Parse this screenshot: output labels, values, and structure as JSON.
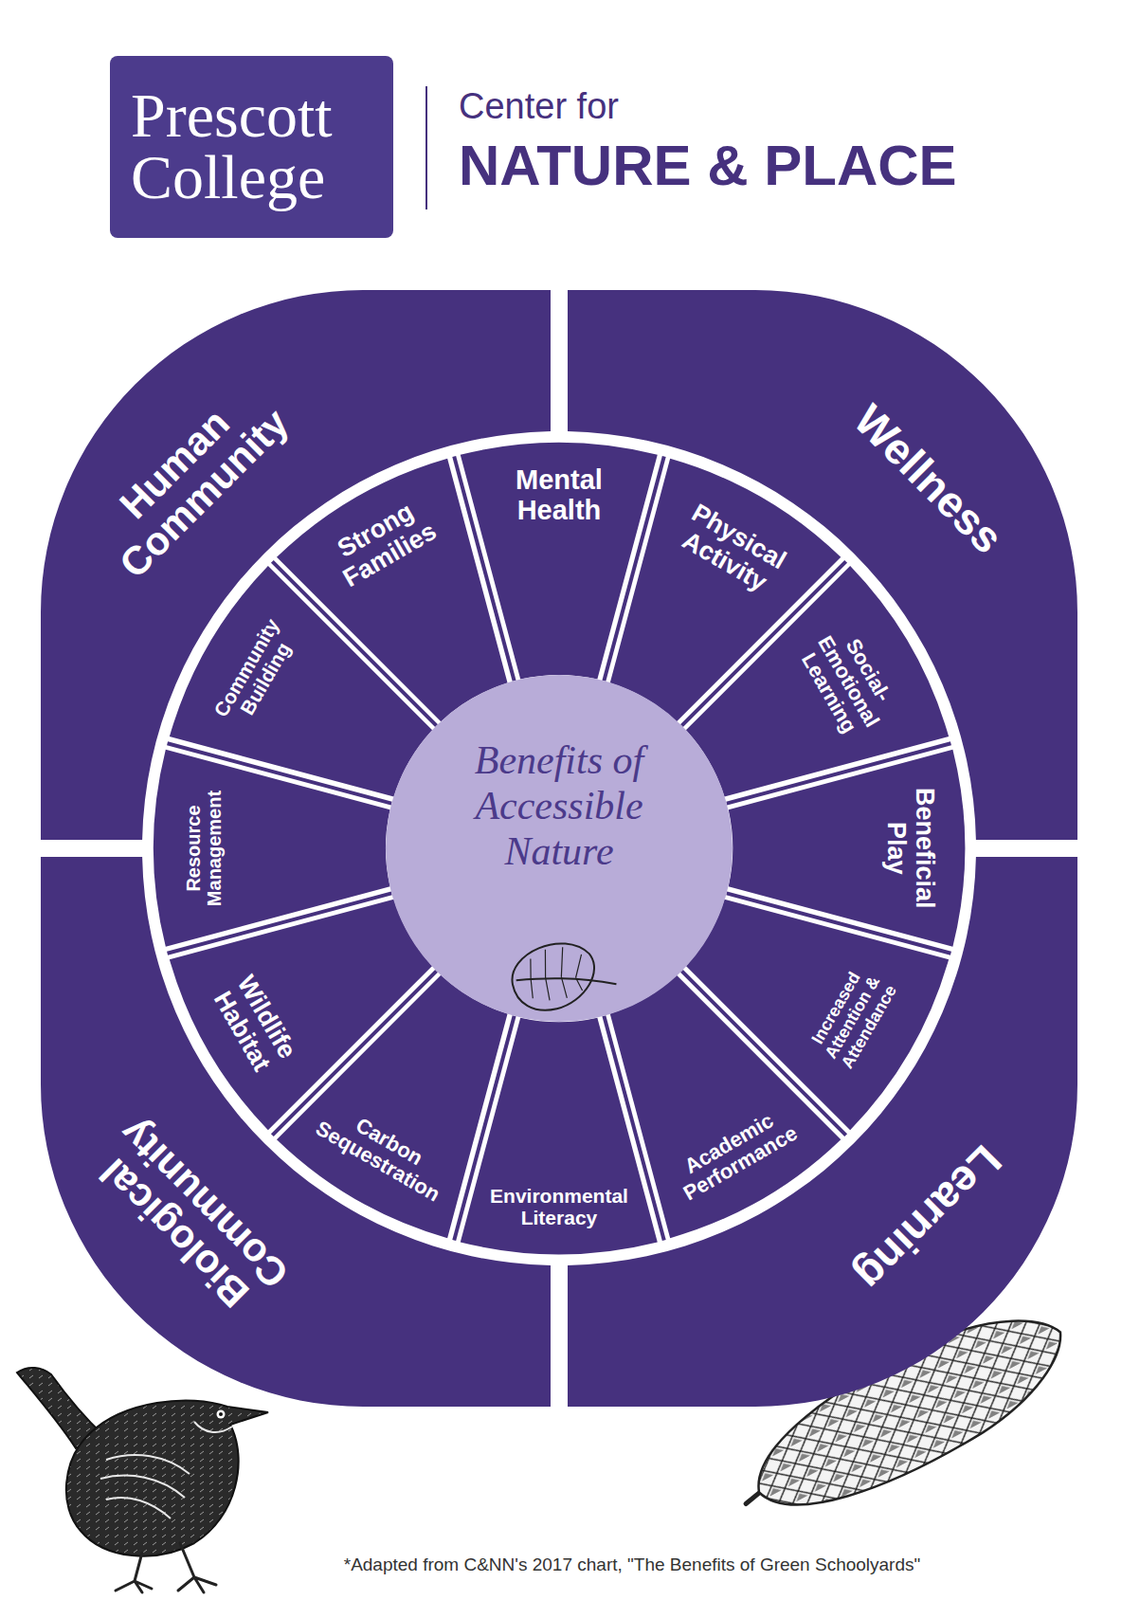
{
  "diagram": {
    "caption": "*Adapted from C&NN's 2017 chart, \"The Benefits of Green Schoolyards\"",
    "nodes": [
      {
        "text": [
          "Prescott College"
        ]
      },
      {
        "text": [
          "Human Community"
        ]
      },
      {
        "text": [
          "Wellness"
        ]
      },
      {
        "text": [
          "Learning"
        ]
      },
      {
        "text": [
          "Biological Community"
        ]
      },
      {
        "text": [
          "Mental Health"
        ]
      },
      {
        "text": [
          "Physical Activity"
        ]
      },
      {
        "text": [
          "Social-Emotional Learning"
        ]
      },
      {
        "text": [
          "Beneficial Play"
        ]
      },
      {
        "text": [
          "Increased Attention & Attendance"
        ]
      },
      {
        "text": [
          "Academic Performance"
        ]
      },
      {
        "text": [
          "Environmental Literacy"
        ]
      },
      {
        "text": [
          "Carbon Sequestration"
        ]
      },
      {
        "text": [
          "Wildlife Habitat"
        ]
      },
      {
        "text": [
          "Resource Management"
        ]
      },
      {
        "text": [
          "Community Building"
        ]
      },
      {
        "text": [
          "Strong Families"
        ]
      },
      {
        "text": [
          "Benefits of Accessible Nature"
        ]
      }
    ],
    "labels": [
      "Center for",
      "NATURE & PLACE"
    ]
  }
}
